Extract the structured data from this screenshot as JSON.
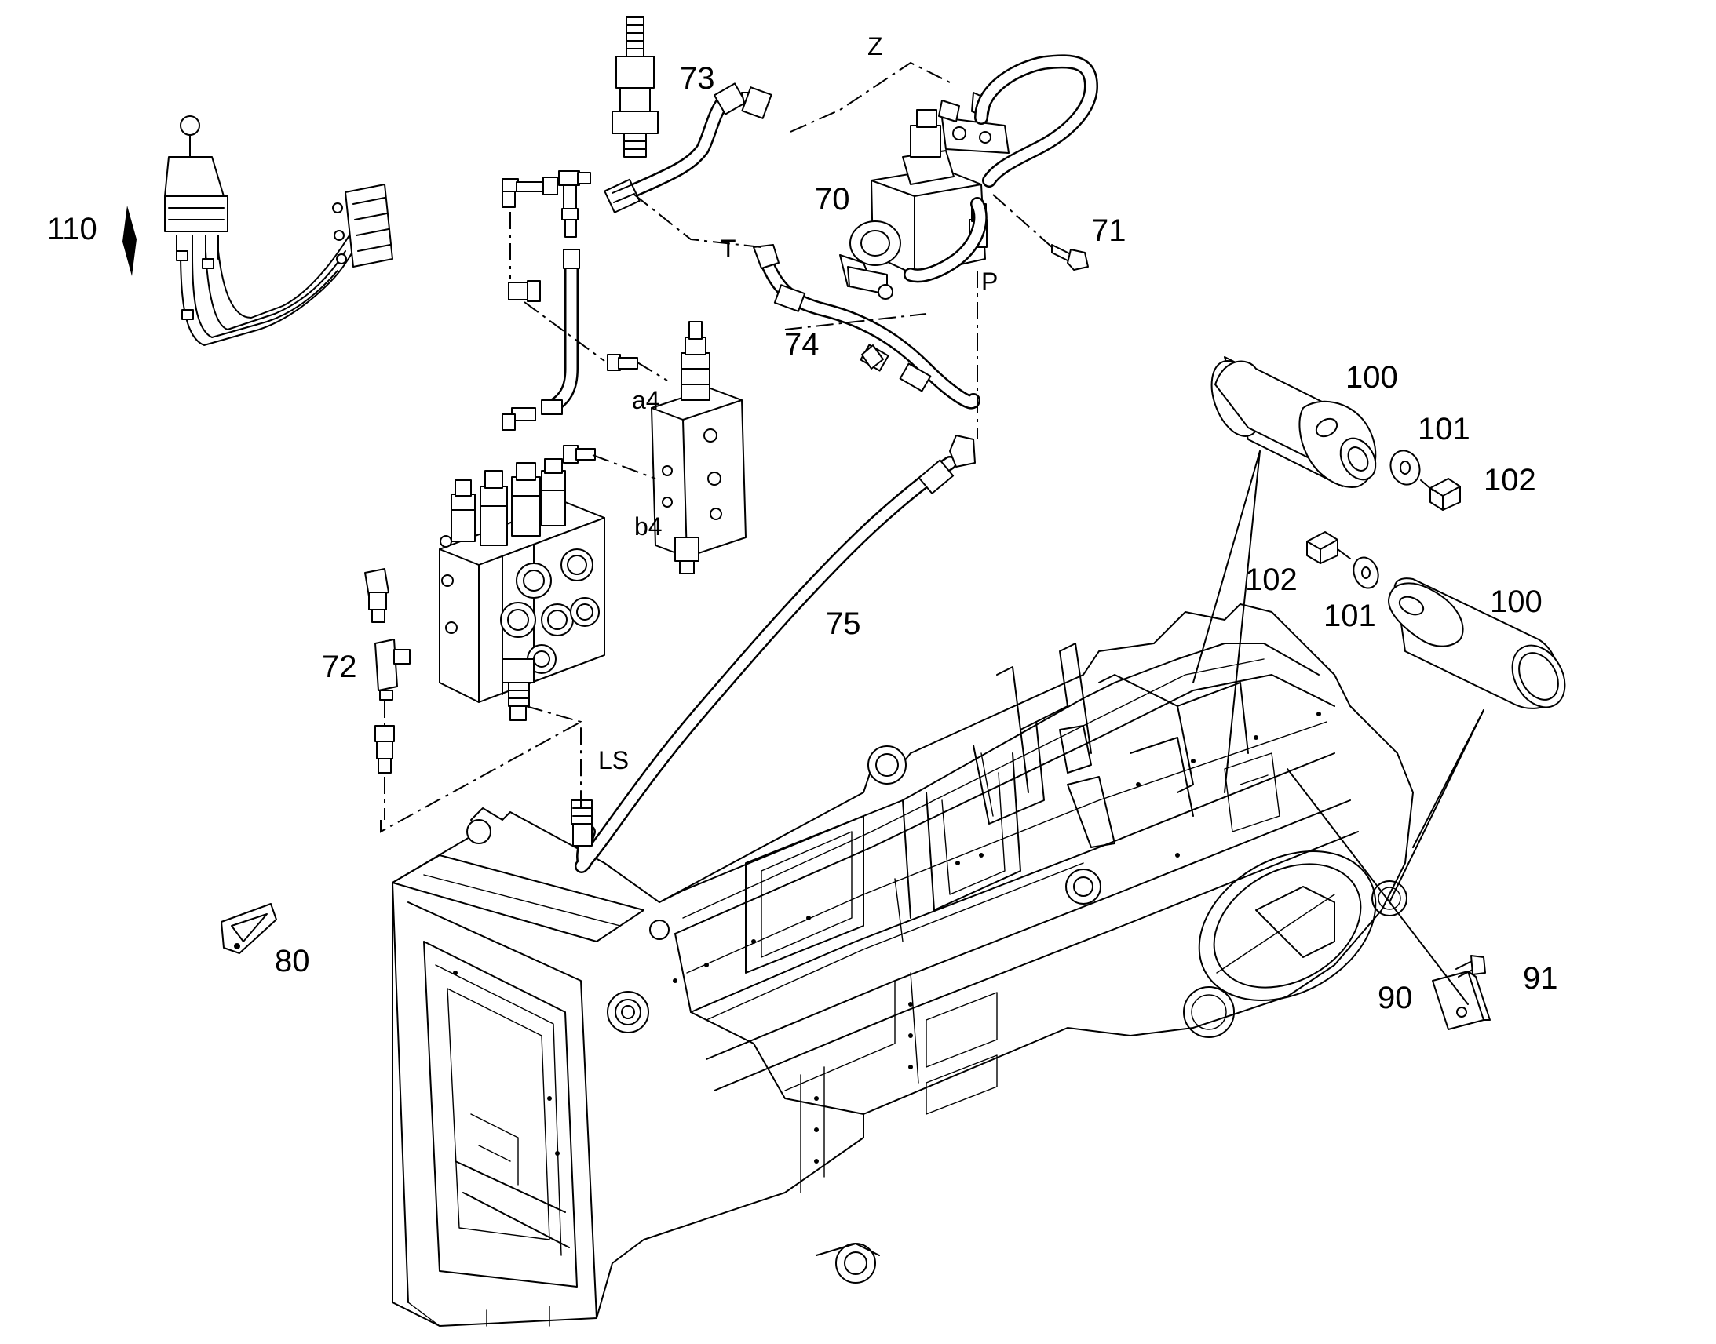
{
  "diagram": {
    "part_labels": {
      "p70": "70",
      "p71": "71",
      "p72": "72",
      "p73": "73",
      "p74": "74",
      "p75": "75",
      "p80": "80",
      "p90": "90",
      "p91": "91",
      "p100a": "100",
      "p100b": "100",
      "p101a": "101",
      "p101b": "101",
      "p102a": "102",
      "p102b": "102",
      "p110": "110"
    },
    "port_labels": {
      "z": "Z",
      "t": "T",
      "p": "P",
      "a4": "a4",
      "b4": "b4",
      "ls": "LS"
    }
  }
}
